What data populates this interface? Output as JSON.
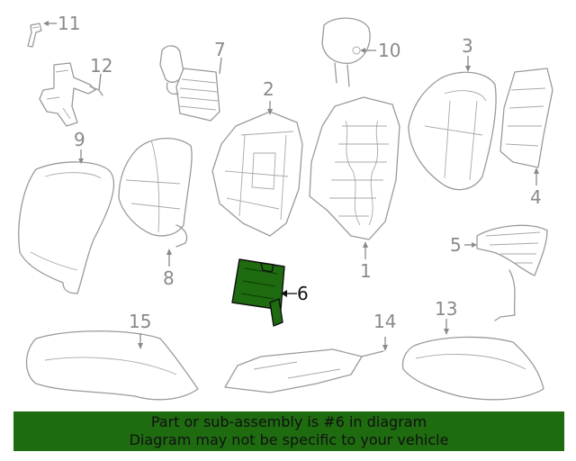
{
  "diagram": {
    "callouts": {
      "c1": "1",
      "c2": "2",
      "c3": "3",
      "c4": "4",
      "c5": "5",
      "c6": "6",
      "c7": "7",
      "c8": "8",
      "c9": "9",
      "c10": "10",
      "c11": "11",
      "c12": "12",
      "c13": "13",
      "c14": "14",
      "c15": "15"
    },
    "highlight_color": "#1e6b10"
  },
  "notice": {
    "line1": "Part or sub-assembly is #6 in diagram",
    "line2": "Diagram may not be specific to your vehicle"
  }
}
